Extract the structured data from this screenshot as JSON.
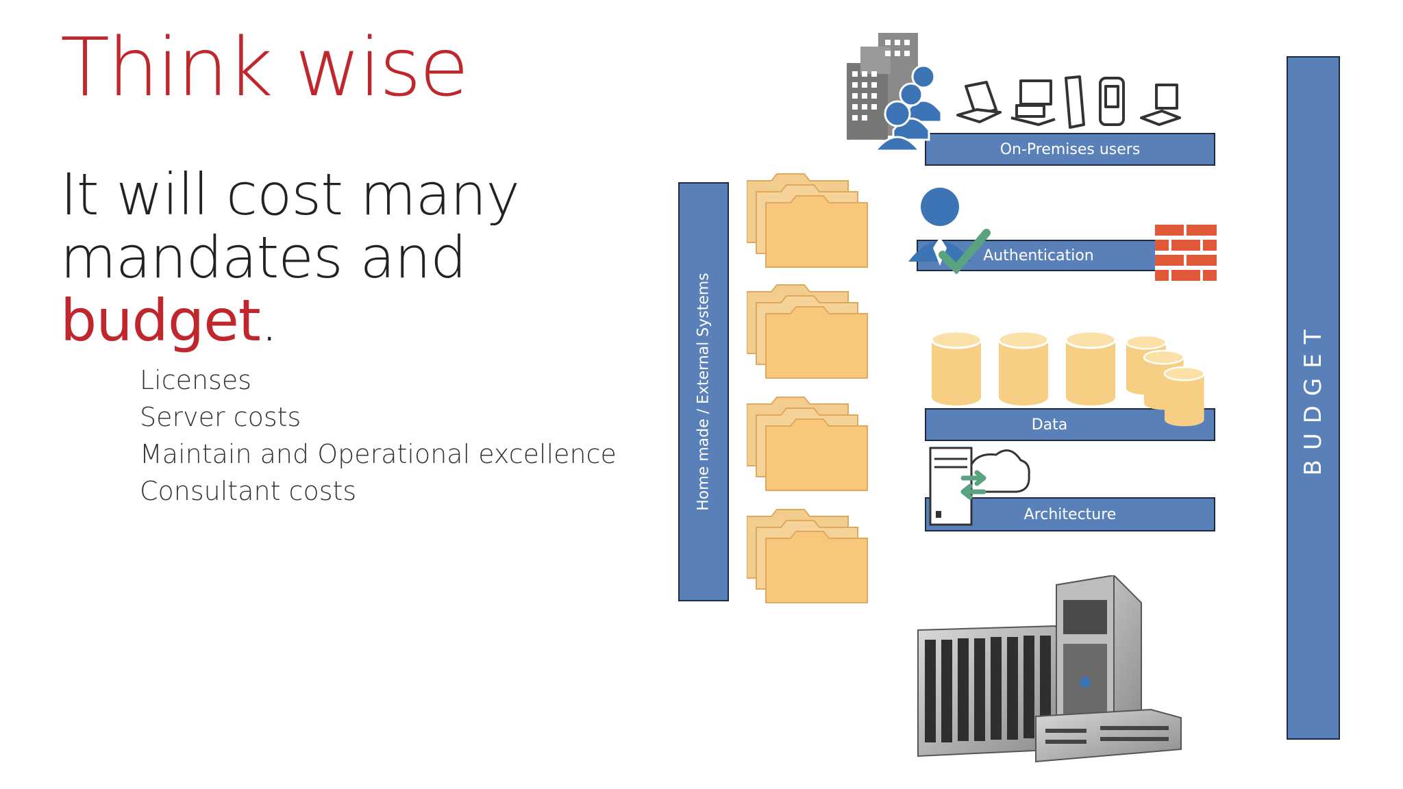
{
  "slide": {
    "title": "Think wise",
    "lead_line1": "It will cost many",
    "lead_line2": "mandates and",
    "lead_accent": "budget",
    "lead_period": ".",
    "bullets": [
      "Licenses",
      "Server costs",
      "Maintain and Operational excellence",
      "Consultant costs"
    ]
  },
  "diagram": {
    "on_premises_label": "On-Premises users",
    "authentication_label": "Authentication",
    "data_label": "Data",
    "architecture_label": "Architecture",
    "home_made_label": "Home made / External Systems",
    "budget_label": "BUDGET"
  },
  "colors": {
    "title_red": "#c0272d",
    "bar_blue": "#5a80b9",
    "folder_tan": "#f6c97b",
    "cylinder_tan": "#f6cf84",
    "brick_red": "#e05a3a"
  },
  "icons": [
    "building-icon",
    "users-icon",
    "devices-icon",
    "folders-icon",
    "user-check-icon",
    "firewall-icon",
    "database-icon",
    "server-cloud-icon",
    "server-hardware-icon"
  ]
}
